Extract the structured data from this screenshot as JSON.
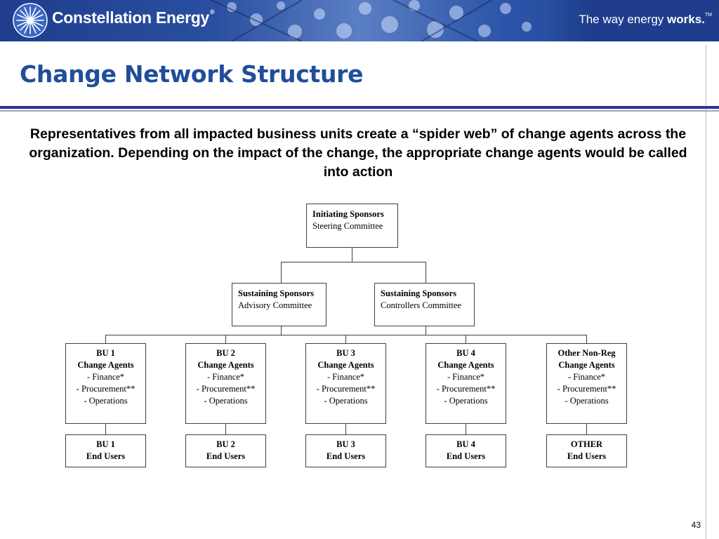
{
  "header": {
    "brand": "Constellation Energy",
    "brand_mark": "®",
    "tagline_prefix": "The way energy ",
    "tagline_bold": "works.",
    "tagline_mark": "TM"
  },
  "page_title": "Change Network Structure",
  "intro_text": "Representatives from all impacted business units create a “spider web” of change agents across the organization.  Depending on the impact of the change, the appropriate change agents would be called into action",
  "diagram": {
    "top": {
      "title": "Initiating Sponsors",
      "subtitle": "Steering Committee"
    },
    "sustaining": [
      {
        "title": "Sustaining Sponsors",
        "subtitle": "Advisory Committee"
      },
      {
        "title": "Sustaining Sponsors",
        "subtitle": "Controllers Committee"
      }
    ],
    "agents": [
      {
        "line1": "BU 1",
        "line2": "Change Agents",
        "items": [
          "- Finance*",
          "- Procurement**",
          "- Operations"
        ]
      },
      {
        "line1": "BU 2",
        "line2": "Change Agents",
        "items": [
          "- Finance*",
          "- Procurement**",
          "- Operations"
        ]
      },
      {
        "line1": "BU 3",
        "line2": "Change Agents",
        "items": [
          "- Finance*",
          "- Procurement**",
          "- Operations"
        ]
      },
      {
        "line1": "BU 4",
        "line2": "Change Agents",
        "items": [
          "- Finance*",
          "- Procurement**",
          "- Operations"
        ]
      },
      {
        "line1": "Other Non-Reg",
        "line2": "Change Agents",
        "items": [
          "- Finance*",
          "- Procurement**",
          "- Operations"
        ]
      }
    ],
    "end_users": [
      {
        "line1": "BU 1",
        "line2": "End Users"
      },
      {
        "line1": "BU 2",
        "line2": "End Users"
      },
      {
        "line1": "BU 3",
        "line2": "End Users"
      },
      {
        "line1": "BU 4",
        "line2": "End Users"
      },
      {
        "line1": "OTHER",
        "line2": "End Users"
      }
    ]
  },
  "page_number": "43"
}
